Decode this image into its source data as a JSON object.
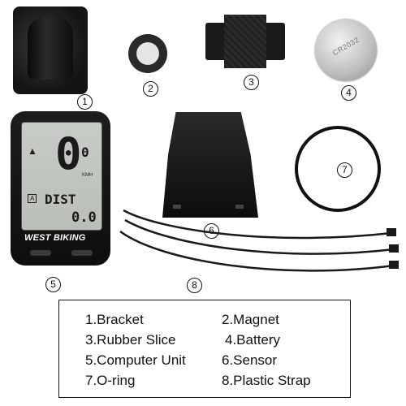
{
  "labels": {
    "n1": "1",
    "n2": "2",
    "n3": "3",
    "n4": "4",
    "n5": "5",
    "n6": "6",
    "n7": "7",
    "n8": "8"
  },
  "battery_text": "CR2032",
  "device": {
    "speed": "0",
    "speed_decimal": "0",
    "unit": "KMH",
    "mode": "A",
    "dist_label": "DIST",
    "dist_value": "0.0",
    "brand": "WEST BIKING"
  },
  "captions": [
    "1.Bracket",
    "2.Magnet",
    "3.Rubber Slice",
    "4.Battery",
    "5.Computer Unit",
    "6.Sensor",
    "7.O-ring",
    "8.Plastic Strap"
  ],
  "colors": {
    "part": "#111111",
    "background": "#ffffff"
  }
}
